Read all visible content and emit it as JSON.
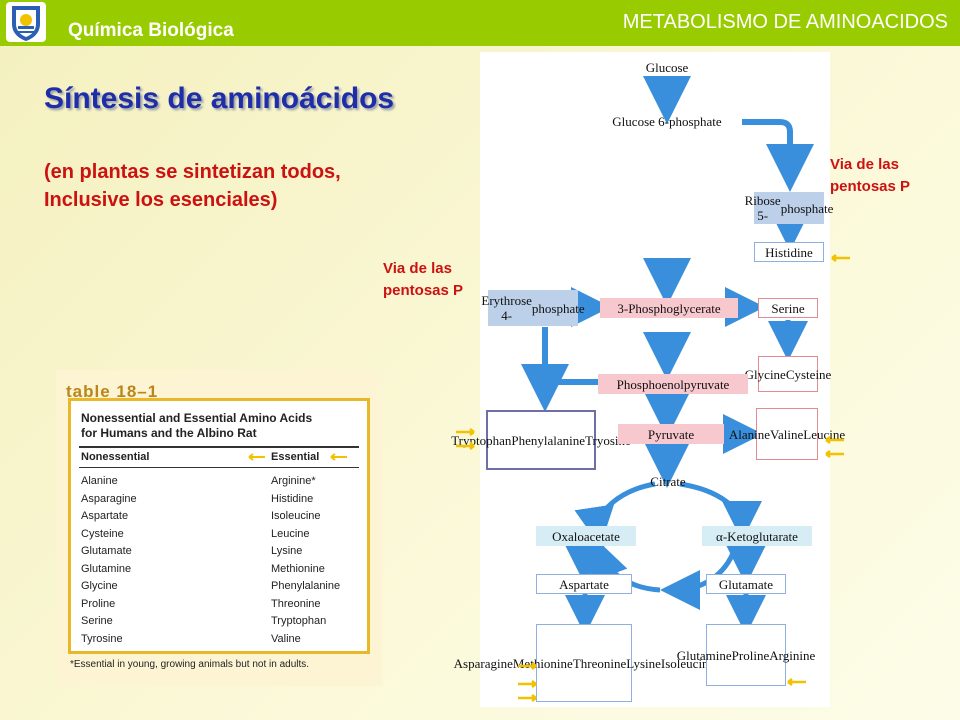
{
  "header": {
    "left_title": "Química Biológica",
    "right_title": "METABOLISMO DE AMINOACIDOS"
  },
  "slide": {
    "title": "Síntesis de aminoácidos",
    "subtitle_line1": "(en plantas se sintetizan todos,",
    "subtitle_line2": "Inclusive los esenciales)",
    "label_right_line1": "Via de las",
    "label_right_line2": "pentosas P",
    "label_left_line1": "Via de las",
    "label_left_line2": "pentosas P"
  },
  "table": {
    "heading": "table 18–1",
    "caption_line1": "Nonessential and Essential Amino Acids",
    "caption_line2": "for Humans and the Albino Rat",
    "col_nonessential": "Nonessential",
    "col_essential": "Essential",
    "nonessential": [
      "Alanine",
      "Asparagine",
      "Aspartate",
      "Cysteine",
      "Glutamate",
      "Glutamine",
      "Glycine",
      "Proline",
      "Serine",
      "Tyrosine"
    ],
    "essential": [
      "Arginine*",
      "Histidine",
      "Isoleucine",
      "Leucine",
      "Lysine",
      "Methionine",
      "Phenylalanine",
      "Threonine",
      "Tryptophan",
      "Valine"
    ],
    "footnote": "*Essential in young, growing animals but not in adults."
  },
  "diagram": {
    "glucose": "Glucose",
    "g6p": "Glucose 6-phosphate",
    "ribose_l1": "Ribose 5-",
    "ribose_l2": "phosphate",
    "histidine": "Histidine",
    "erythrose_l1": "Erythrose 4-",
    "erythrose_l2": "phosphate",
    "pg3": "3-Phosphoglycerate",
    "serine": "Serine",
    "glycine": "Glycine",
    "cysteine": "Cysteine",
    "pep": "Phosphoenolpyruvate",
    "tryptophan": "Tryptophan",
    "phenylalanine": "Phenylalanine",
    "tyrosine": "Tryosine",
    "pyruvate": "Pyruvate",
    "alanine": "Alanine",
    "valine": "Valine",
    "leucine": "Leucine",
    "citrate": "Citrate",
    "oxaloacetate": "Oxaloacetate",
    "ketoglutarate": "α-Ketoglutarate",
    "aspartate": "Aspartate",
    "glutamate": "Glutamate",
    "asparagine": "Asparagine",
    "methionine": "Methionine",
    "threonine": "Threonine",
    "lysine": "Lysine",
    "isoleucine": "Isoleucine",
    "glutamine": "Glutamine",
    "proline": "Proline",
    "arginine": "Arginine"
  },
  "colors": {
    "header": "#99cc00",
    "title": "#1f2ea8",
    "red_text": "#cc1111",
    "arrow_blue": "#3a8fdc",
    "marker_yellow": "#f2c200"
  }
}
